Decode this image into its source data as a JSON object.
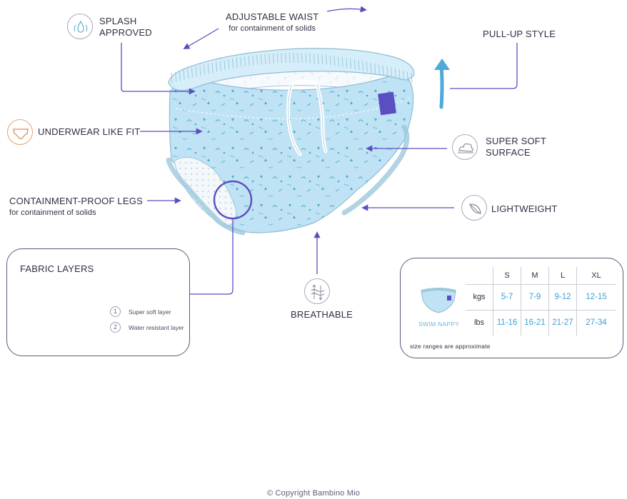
{
  "labels": {
    "splash": [
      "SPLASH",
      "APPROVED"
    ],
    "waist": {
      "title": "ADJUSTABLE WAIST",
      "sub": "for containment of solids"
    },
    "pullup": "PULL-UP STYLE",
    "underwear": "UNDERWEAR LIKE FIT",
    "soft": [
      "SUPER SOFT",
      "SURFACE"
    ],
    "legs": {
      "title": "CONTAINMENT-PROOF LEGS",
      "sub": "for containment of solids"
    },
    "light": "LIGHTWEIGHT",
    "breathable": "BREATHABLE"
  },
  "fabric": {
    "title": "FABRIC LAYERS",
    "layers": [
      {
        "num": "1",
        "label": "Super soft layer"
      },
      {
        "num": "2",
        "label": "Water resistant layer"
      }
    ]
  },
  "size_table": {
    "headers": [
      "S",
      "M",
      "L",
      "XL"
    ],
    "rows": [
      {
        "unit": "kgs",
        "values": [
          "5-7",
          "7-9",
          "9-12",
          "12-15"
        ]
      },
      {
        "unit": "lbs",
        "values": [
          "11-16",
          "16-21",
          "21-27",
          "27-34"
        ]
      }
    ],
    "product": "SWIM NAPPY",
    "note": "size ranges are approximate"
  },
  "copyright": "© Copyright Bambino Mio",
  "colors": {
    "accent": "#5b4ec2",
    "fabric": "#bfe3f4",
    "ink": "#2f2f45",
    "value": "#3d9fd6"
  },
  "icons": [
    "splash-icon",
    "underwear-icon",
    "soft-surface-icon",
    "feather-icon",
    "breathable-icon"
  ]
}
